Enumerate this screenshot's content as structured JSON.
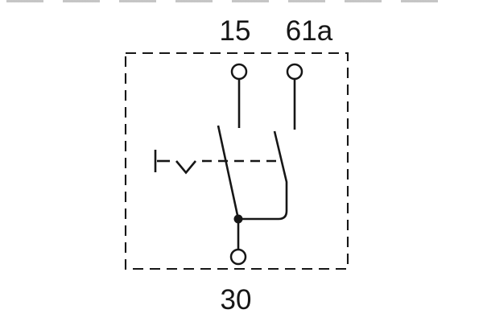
{
  "diagram": {
    "type": "electrical-switch-schematic",
    "labels": {
      "terminal_top_left": "15",
      "terminal_top_right": "61a",
      "terminal_bottom": "30"
    },
    "colors": {
      "line": "#161616",
      "background": "#ffffff"
    }
  }
}
